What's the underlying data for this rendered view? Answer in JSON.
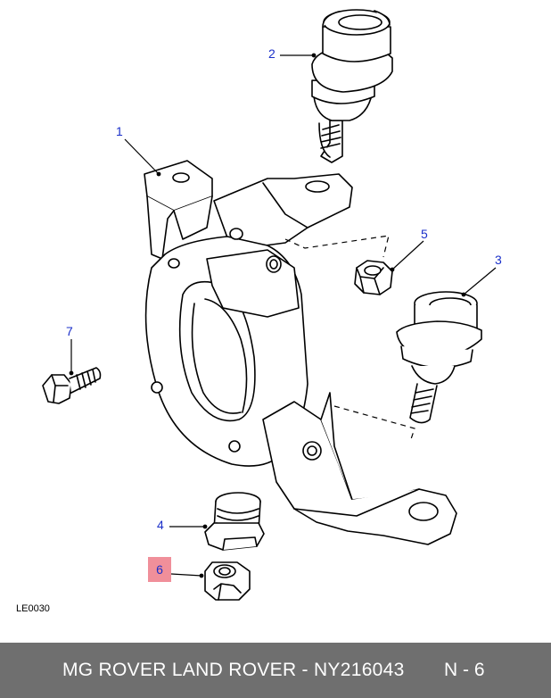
{
  "diagram": {
    "callouts": [
      "1",
      "2",
      "3",
      "4",
      "5",
      "6",
      "7"
    ],
    "highlighted_callout": "6",
    "highlight_color": "#f08f9a",
    "callout_color": "#1a2fc9",
    "code": "LE0030"
  },
  "footer": {
    "title": "MG ROVER LAND ROVER - NY216043",
    "page": "N - 6",
    "background": "#6f6f6f"
  }
}
